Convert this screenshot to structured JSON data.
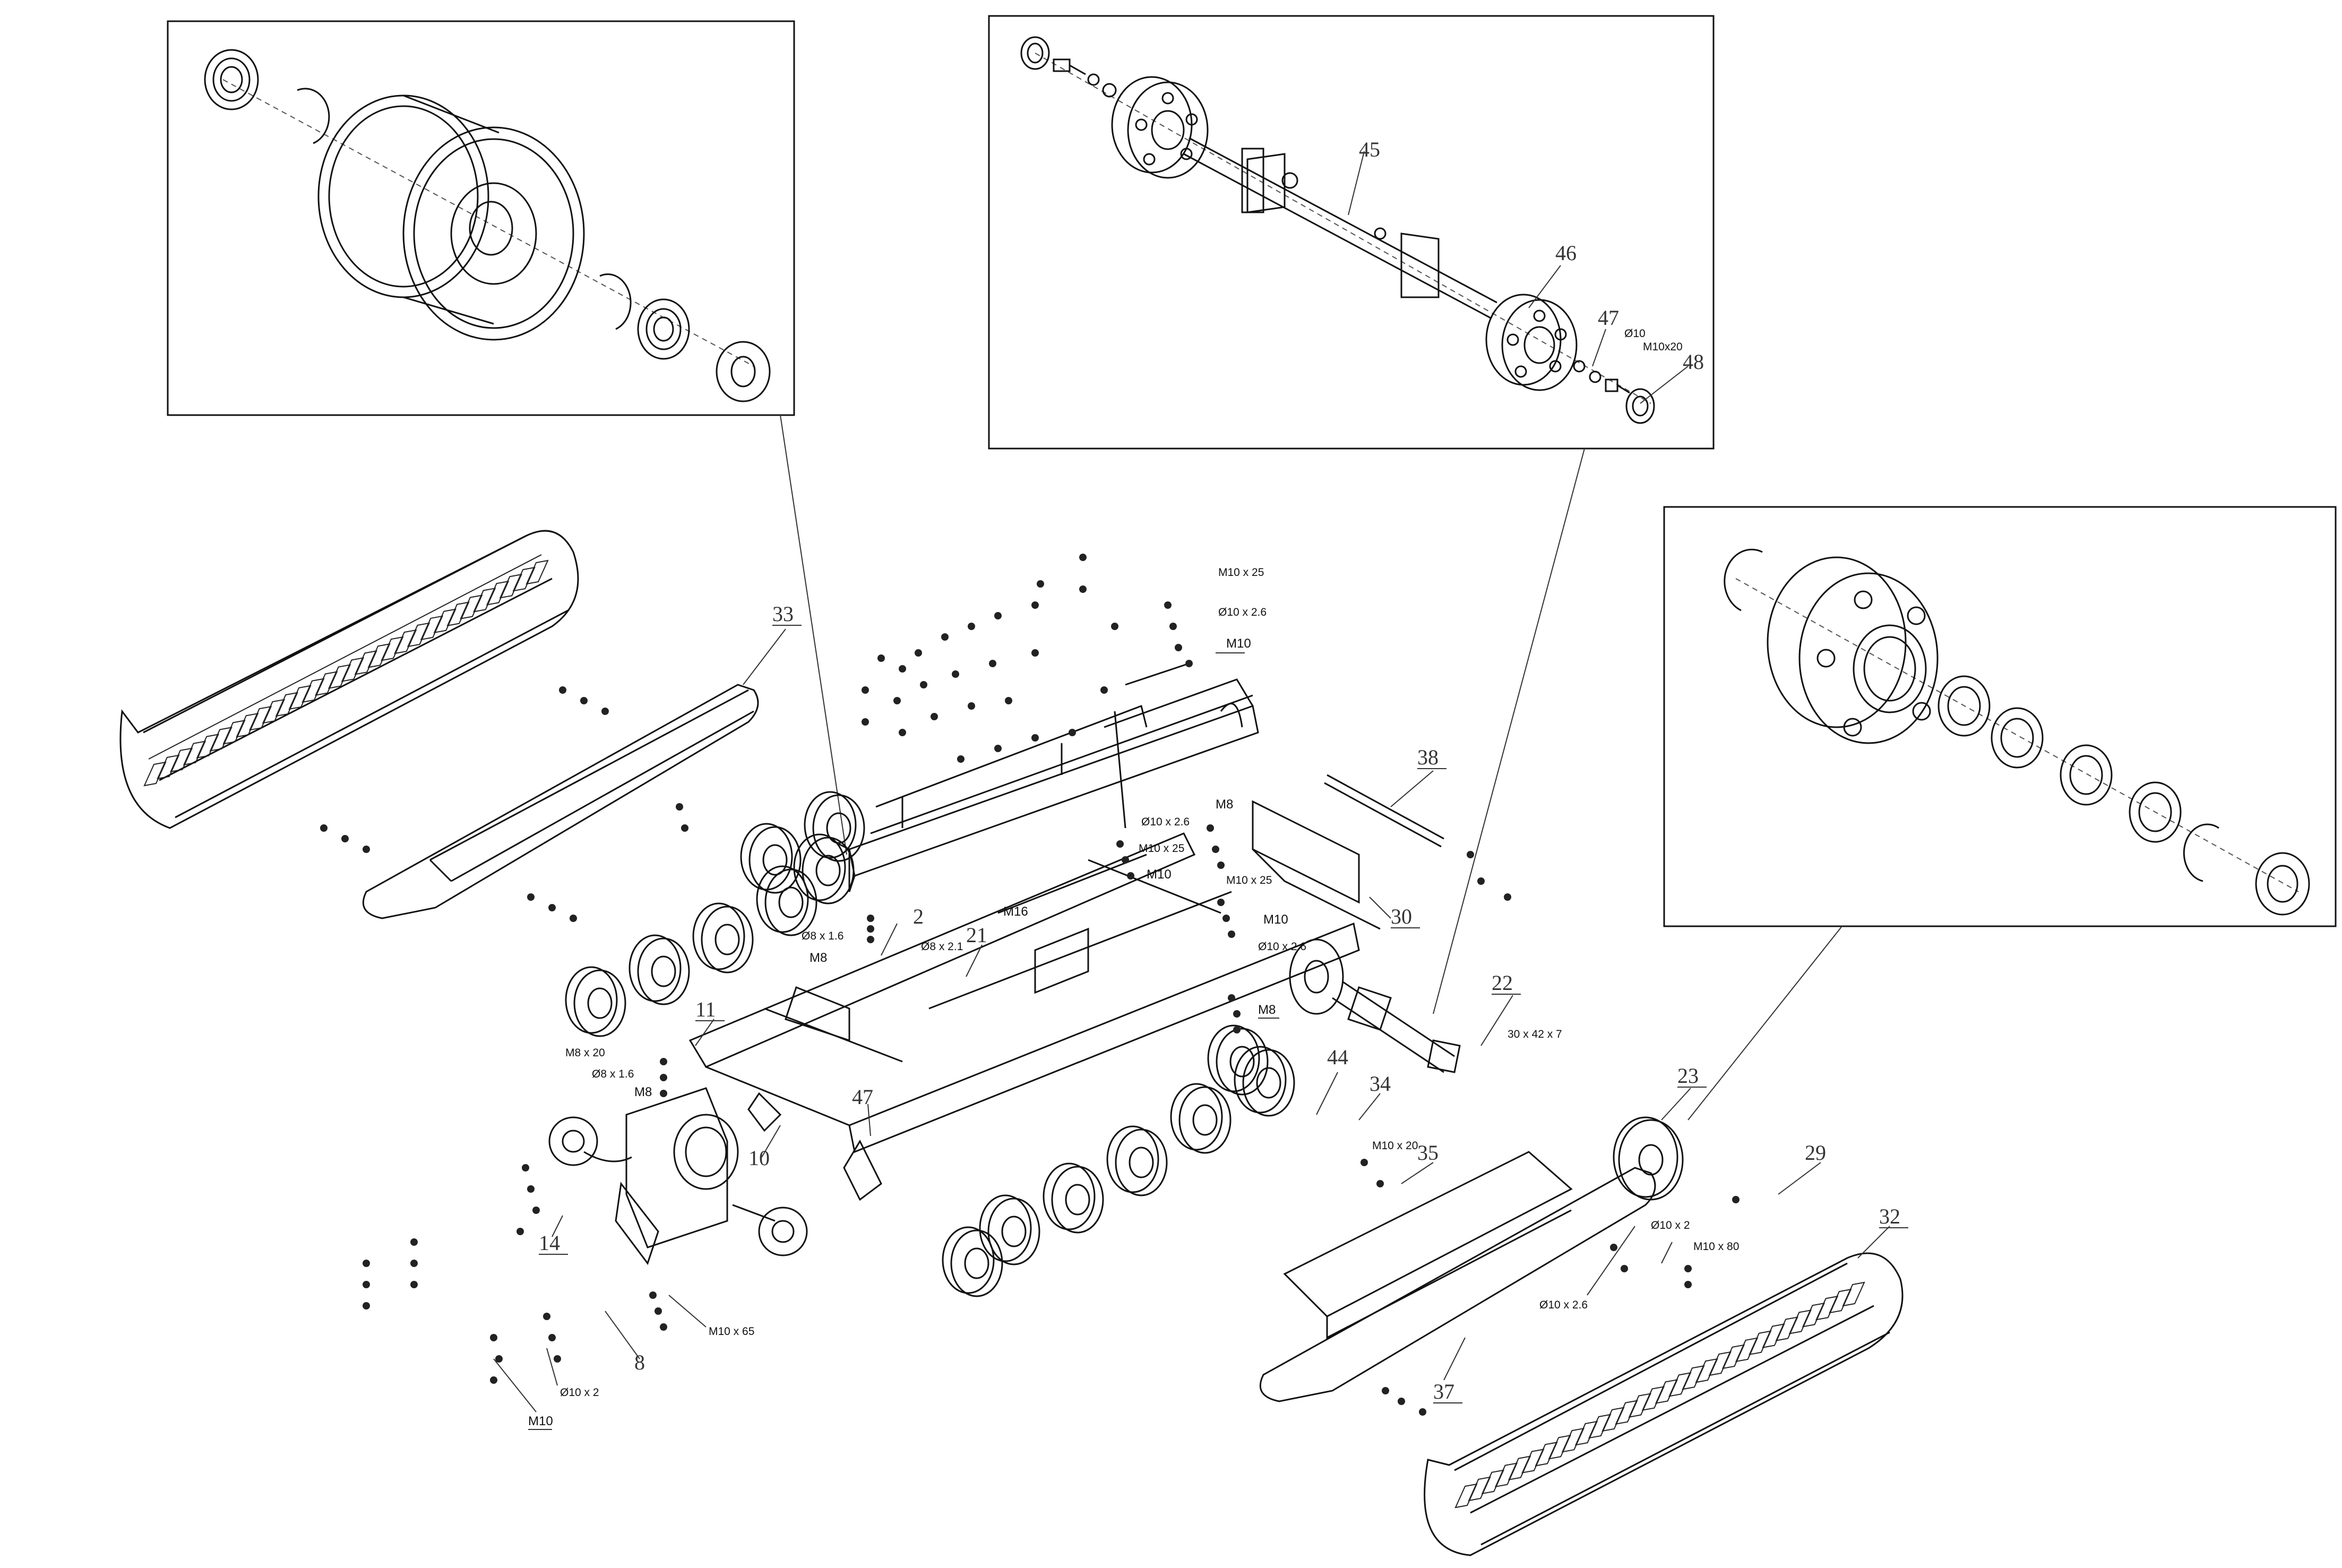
{
  "parts": {
    "p2": "2",
    "p8": "8",
    "p10": "10",
    "p11": "11",
    "p14": "14",
    "p21": "21",
    "p22": "22",
    "p23": "23",
    "p29": "29",
    "p30": "30",
    "p32": "32",
    "p33": "33",
    "p34": "34",
    "p35": "35",
    "p37": "37",
    "p38": "38",
    "p44": "44",
    "p45": "45",
    "p46": "46",
    "p47a": "47",
    "p47b": "47",
    "p48": "48"
  },
  "specs": {
    "m10x25_top": "M10 x 25",
    "d10x26_top": "Ø10 x 2.6",
    "m10_top": "M10",
    "m8_center": "M8",
    "d10x26_center": "Ø10 x 2.6",
    "m10x25_center": "M10 x 25",
    "m10_center": "M10",
    "m16": "M16",
    "d8x16": "Ø8 x 1.6",
    "d8x21": "Ø8 x 2.1",
    "m8_left": "M8",
    "m10x25_right": "M10 x 25",
    "m10_right": "M10",
    "d10x26_right": "Ø10 x 2.6",
    "m8_right": "M8",
    "m8x20": "M8 x 20",
    "d8x16_b": "Ø8 x 1.6",
    "m8_b": "M8",
    "washer_30x42x7": "30 x 42 x 7",
    "m10x20_mid": "M10 x 20",
    "d10x2_right": "Ø10 x 2",
    "m10x80": "M10 x 80",
    "d10x26_bottom": "Ø10 x 2.6",
    "m10x65": "M10 x 65",
    "d10x2_bottom": "Ø10 x 2",
    "m10_bottom": "M10",
    "d10_inset": "Ø10",
    "m10x20_inset": "M10x20"
  }
}
